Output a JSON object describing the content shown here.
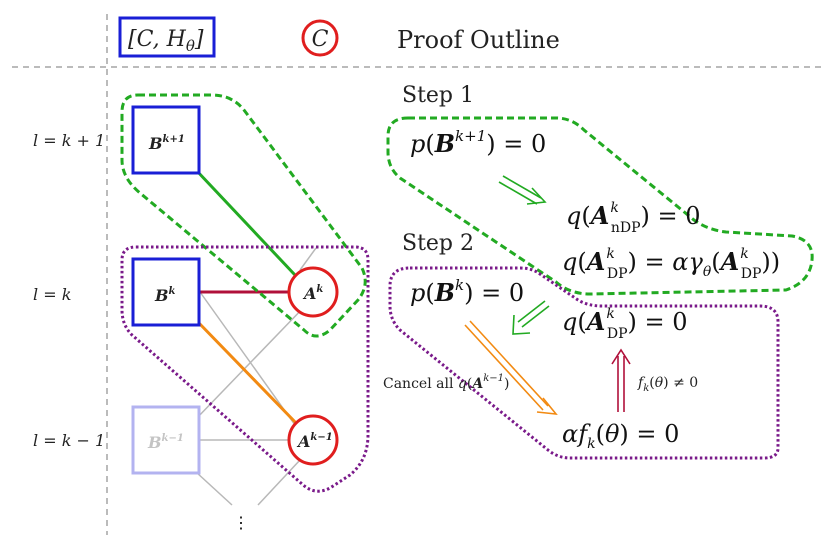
{
  "legend": {
    "box_label": "[C, H",
    "box_label_sub": "θ",
    "box_label_close": "]",
    "circle_label": "C",
    "title": "Proof Outline"
  },
  "levels": {
    "top": "l = k + 1",
    "mid": "l = k",
    "low": "l = k − 1"
  },
  "nodes": {
    "b_top": "B",
    "b_top_sup": "k+1",
    "b_mid": "B",
    "b_mid_sup": "k",
    "b_low": "B",
    "b_low_sup": "k−1",
    "a_mid": "A",
    "a_mid_sup": "k",
    "a_low": "A",
    "a_low_sup": "k−1",
    "dots": "⋮"
  },
  "steps": {
    "step1": "Step 1",
    "step2": "Step 2"
  },
  "equations": {
    "eq1": "p(B^{k+1}) = 0",
    "eq2": "q(A^k_nDP) = 0",
    "eq3": "q(A^k_DP) = αγ_θ(A^k_DP))",
    "eq4": "p(B^k) = 0",
    "eq5": "q(A^k_DP) = 0",
    "eq6": "αf_k(θ) = 0",
    "cancel": "Cancel all q(A^{k−1})",
    "fk": "f_k(θ) ≠ 0"
  },
  "colors": {
    "blue": "#1a1fd6",
    "red": "#e01e1e",
    "green": "#22aa22",
    "purple": "#7a1a8a",
    "orange": "#f28a12",
    "crimson": "#b0103a",
    "gray": "#b8b8b8",
    "faded_blue": "#b3b3f0"
  }
}
